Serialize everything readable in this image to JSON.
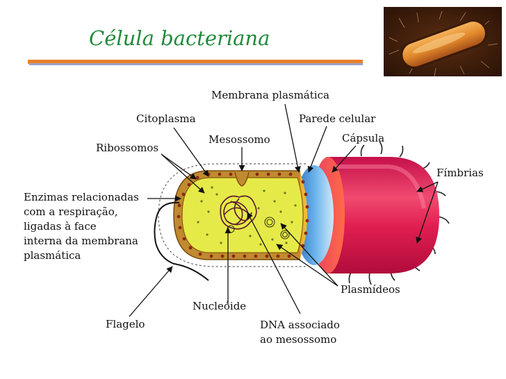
{
  "title": "Célula bacteriana",
  "labels": {
    "membrana_plasmatica": "Membrana plasmática",
    "citoplasma": "Citoplasma",
    "parede_celular": "Parede celular",
    "mesossomo": "Mesossomo",
    "capsula": "Cápsula",
    "ribossomos": "Ribossomos",
    "fimbrias": "Fímbrias",
    "enzimas": "Enzimas relacionadas\ncom a respiração,\nligadas à face\ninterna da membrana\nplasmática",
    "plasmideos": "Plasmídeos",
    "nucleoide": "Nucleóide",
    "flagelo": "Flagelo",
    "dna": "DNA associado\nao mesossomo"
  },
  "colors": {
    "title": "#1f8a3a",
    "title_bar": "#e8802a",
    "capsule": "#e0164a",
    "wall": "#3f8fd8",
    "cytoplasm": "#e8ec4a"
  }
}
